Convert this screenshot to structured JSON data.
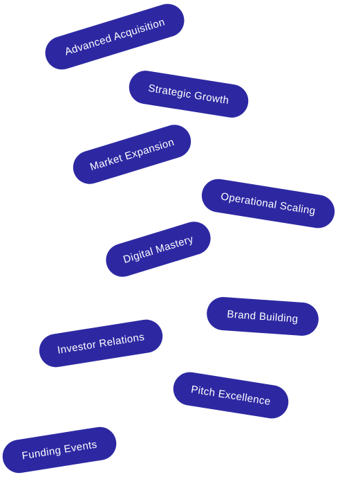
{
  "theme": {
    "pill_color": "#2d28a2",
    "text_color": "#ffffff",
    "background": "#ffffff"
  },
  "tags": [
    {
      "label": "Advanced Acquisition"
    },
    {
      "label": "Strategic Growth"
    },
    {
      "label": "Market Expansion"
    },
    {
      "label": "Operational Scaling"
    },
    {
      "label": "Digital Mastery"
    },
    {
      "label": "Brand Building"
    },
    {
      "label": "Investor Relations"
    },
    {
      "label": "Pitch Excellence"
    },
    {
      "label": "Funding Events"
    }
  ]
}
